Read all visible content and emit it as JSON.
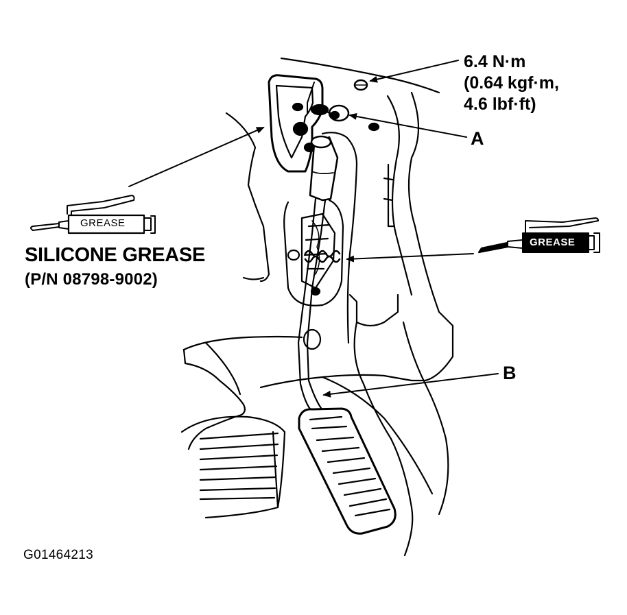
{
  "labels": {
    "torque_line1": "6.4 N·m",
    "torque_line2": "(0.64 kgf·m,",
    "torque_line3": "4.6 lbf·ft)",
    "callout_a": "A",
    "callout_b": "B",
    "grease_name": "SILICONE GREASE",
    "grease_part_number": "(P/N 08798-9002)",
    "figure_id": "G01464213"
  },
  "grease_tubes": {
    "left_text": "GREASE",
    "right_text": "GREASE"
  },
  "icons": {
    "left_tube": "grease-tube-icon",
    "right_tube": "grease-tube-icon"
  },
  "colors": {
    "ink": "#000000",
    "paper": "#ffffff"
  }
}
